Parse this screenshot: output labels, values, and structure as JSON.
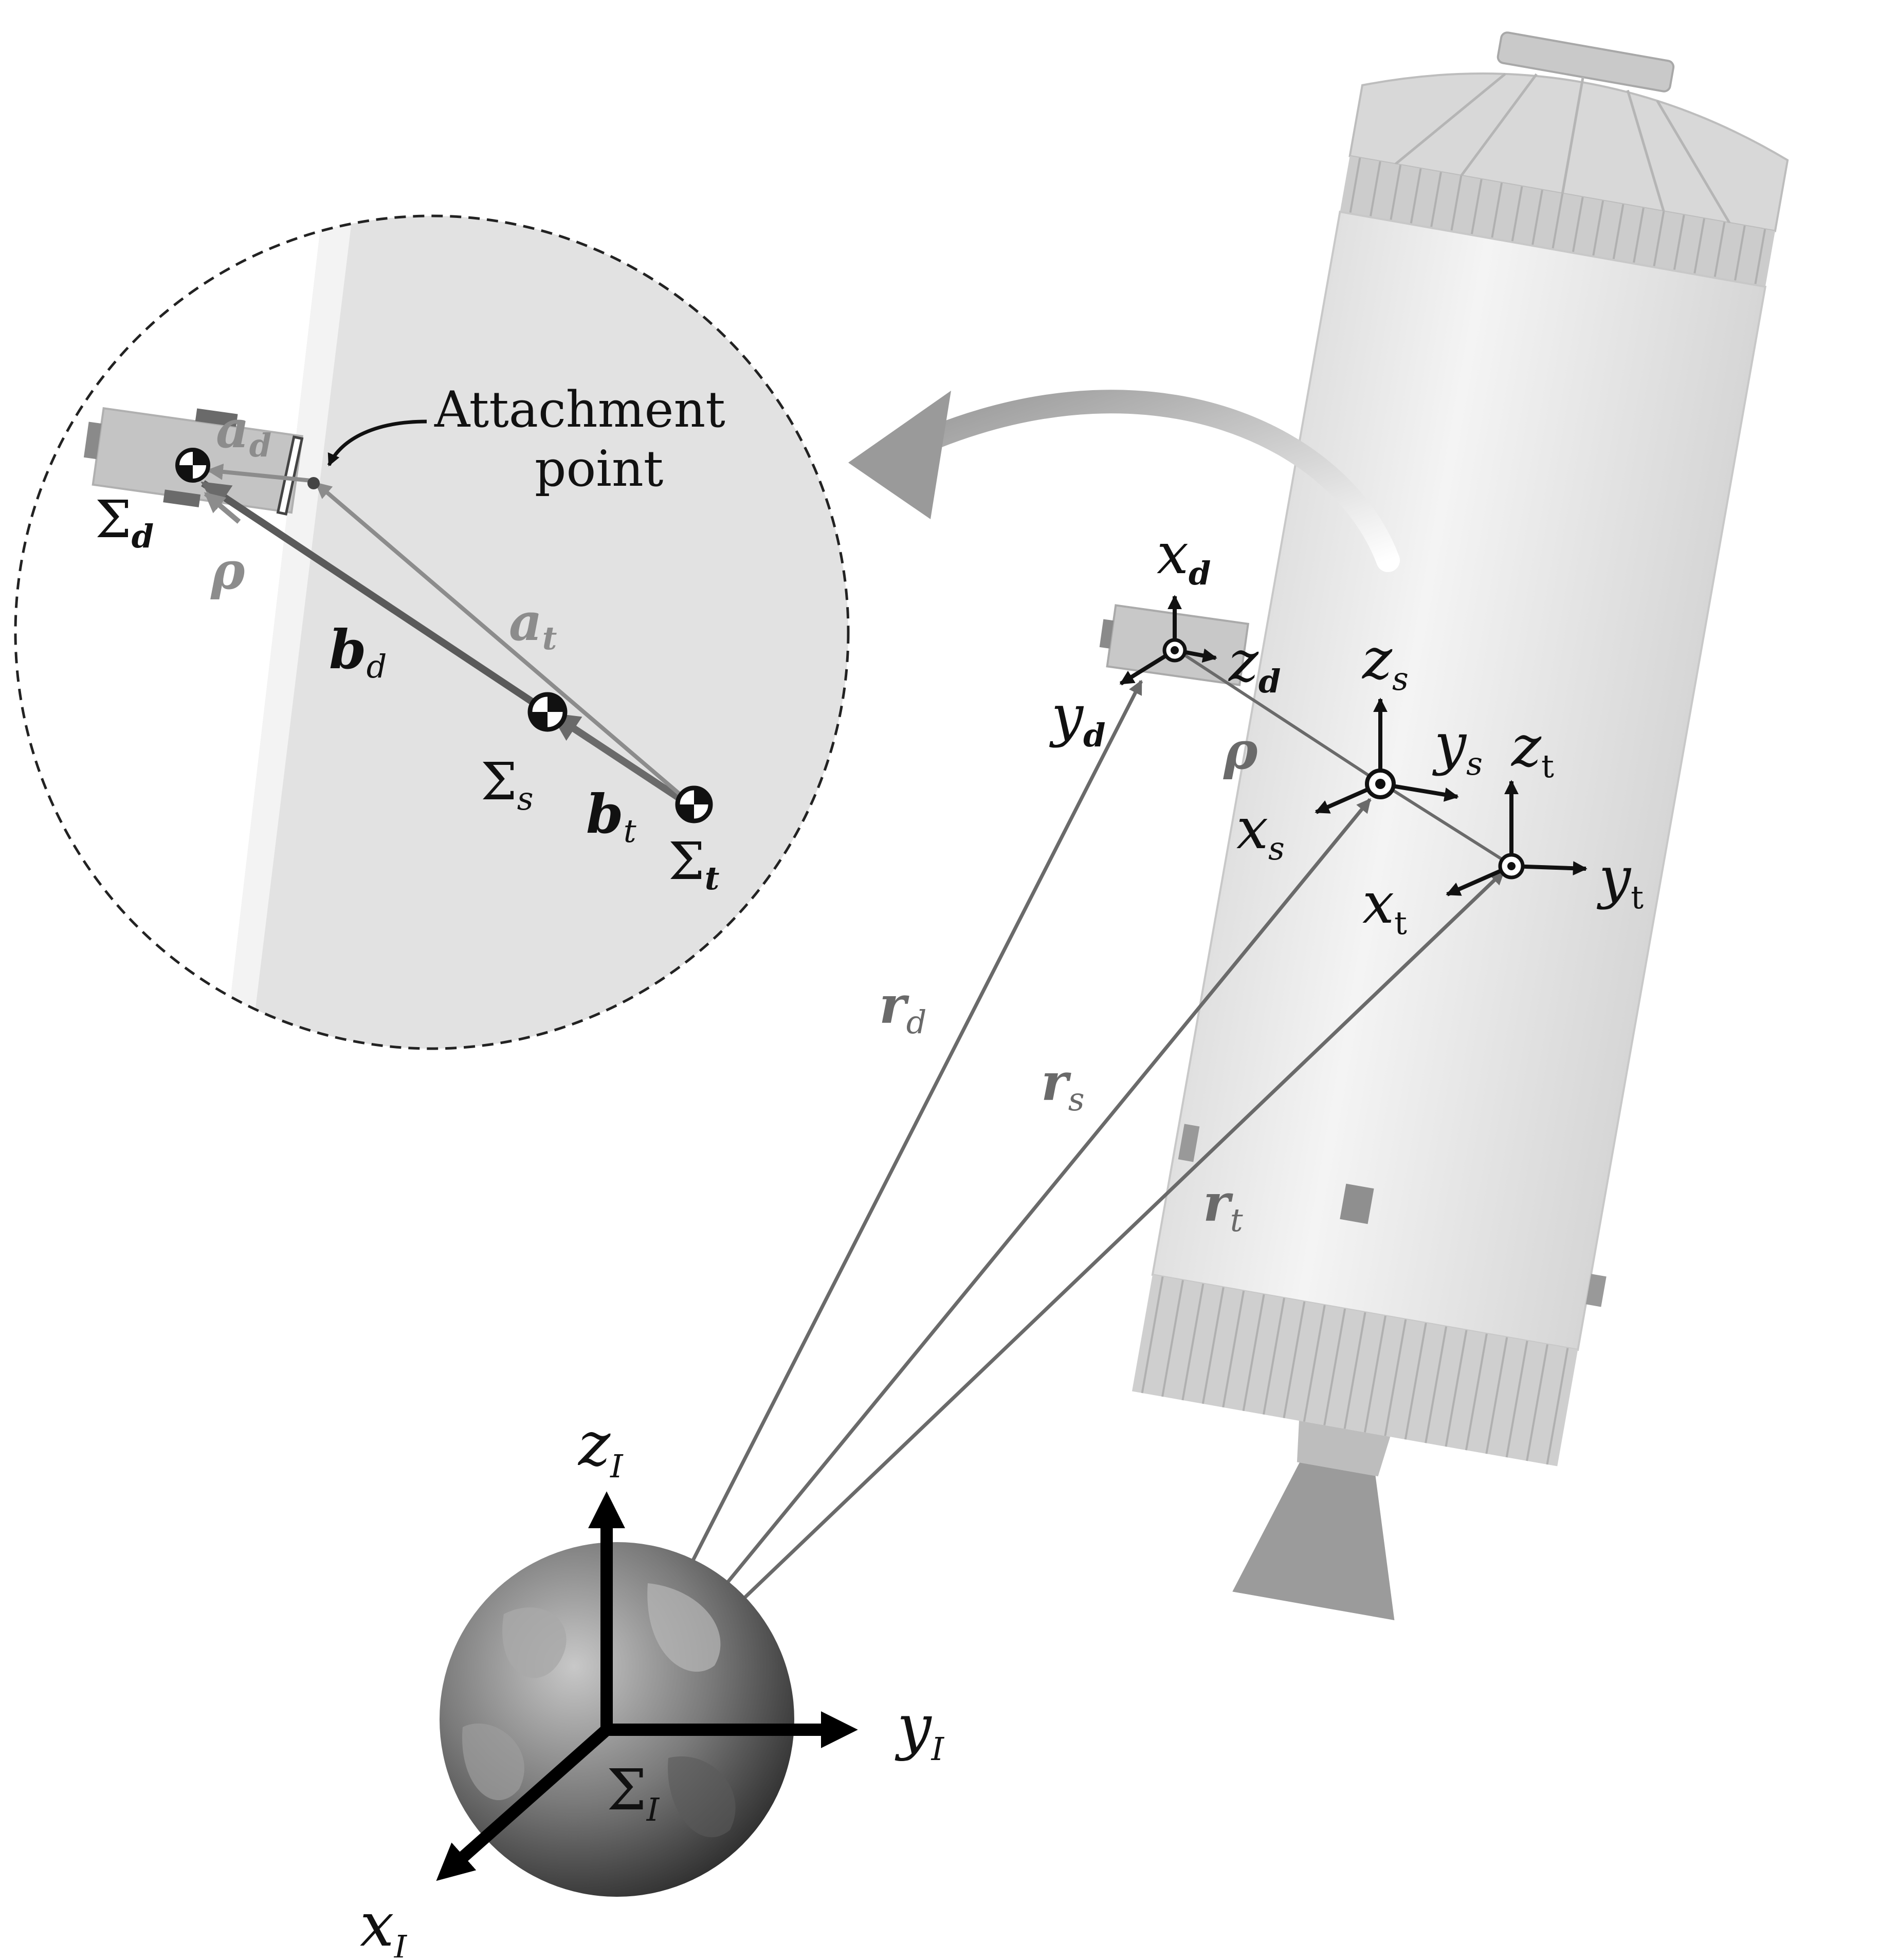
{
  "labels": {
    "attachment_line1": "Attachment",
    "attachment_line2": "point",
    "sigma_d": "Σ",
    "sigma_d_sub": "d",
    "sigma_s": "Σ",
    "sigma_s_sub": "s",
    "sigma_t": "Σ",
    "sigma_t_sub": "t",
    "sigma_I": "Σ",
    "sigma_I_sub": "I",
    "a_d": "a",
    "a_d_sub": "d",
    "a_t": "a",
    "a_t_sub": "t",
    "b_d": "b",
    "b_d_sub": "d",
    "b_t": "b",
    "b_t_sub": "t",
    "rho_zoom": "ρ",
    "rho_main": "ρ",
    "x_d": "x",
    "x_d_sub": "d",
    "y_d": "y",
    "y_d_sub": "d",
    "z_d": "z",
    "z_d_sub": "d",
    "x_s": "x",
    "x_s_sub": "s",
    "y_s": "y",
    "y_s_sub": "s",
    "z_s": "z",
    "z_s_sub": "s",
    "x_t": "x",
    "x_t_sub": "t",
    "y_t": "y",
    "y_t_sub": "t",
    "z_t": "z",
    "z_t_sub": "t",
    "r_d": "r",
    "r_d_sub": "d",
    "r_s": "r",
    "r_s_sub": "s",
    "r_t": "r",
    "r_t_sub": "t",
    "x_I": "x",
    "x_I_sub": "I",
    "y_I": "y",
    "y_I_sub": "I",
    "z_I": "z",
    "z_I_sub": "I"
  },
  "colors": {
    "background": "#ffffff",
    "rocket_body": "#eeeeee",
    "rocket_shade": "#cfcfcf",
    "vector_gray": "#6a6a6a",
    "light_gray": "#8c8c8c",
    "axis_black": "#111111",
    "earth_dark": "#3c3c3c",
    "earth_light": "#b5b5b5"
  }
}
